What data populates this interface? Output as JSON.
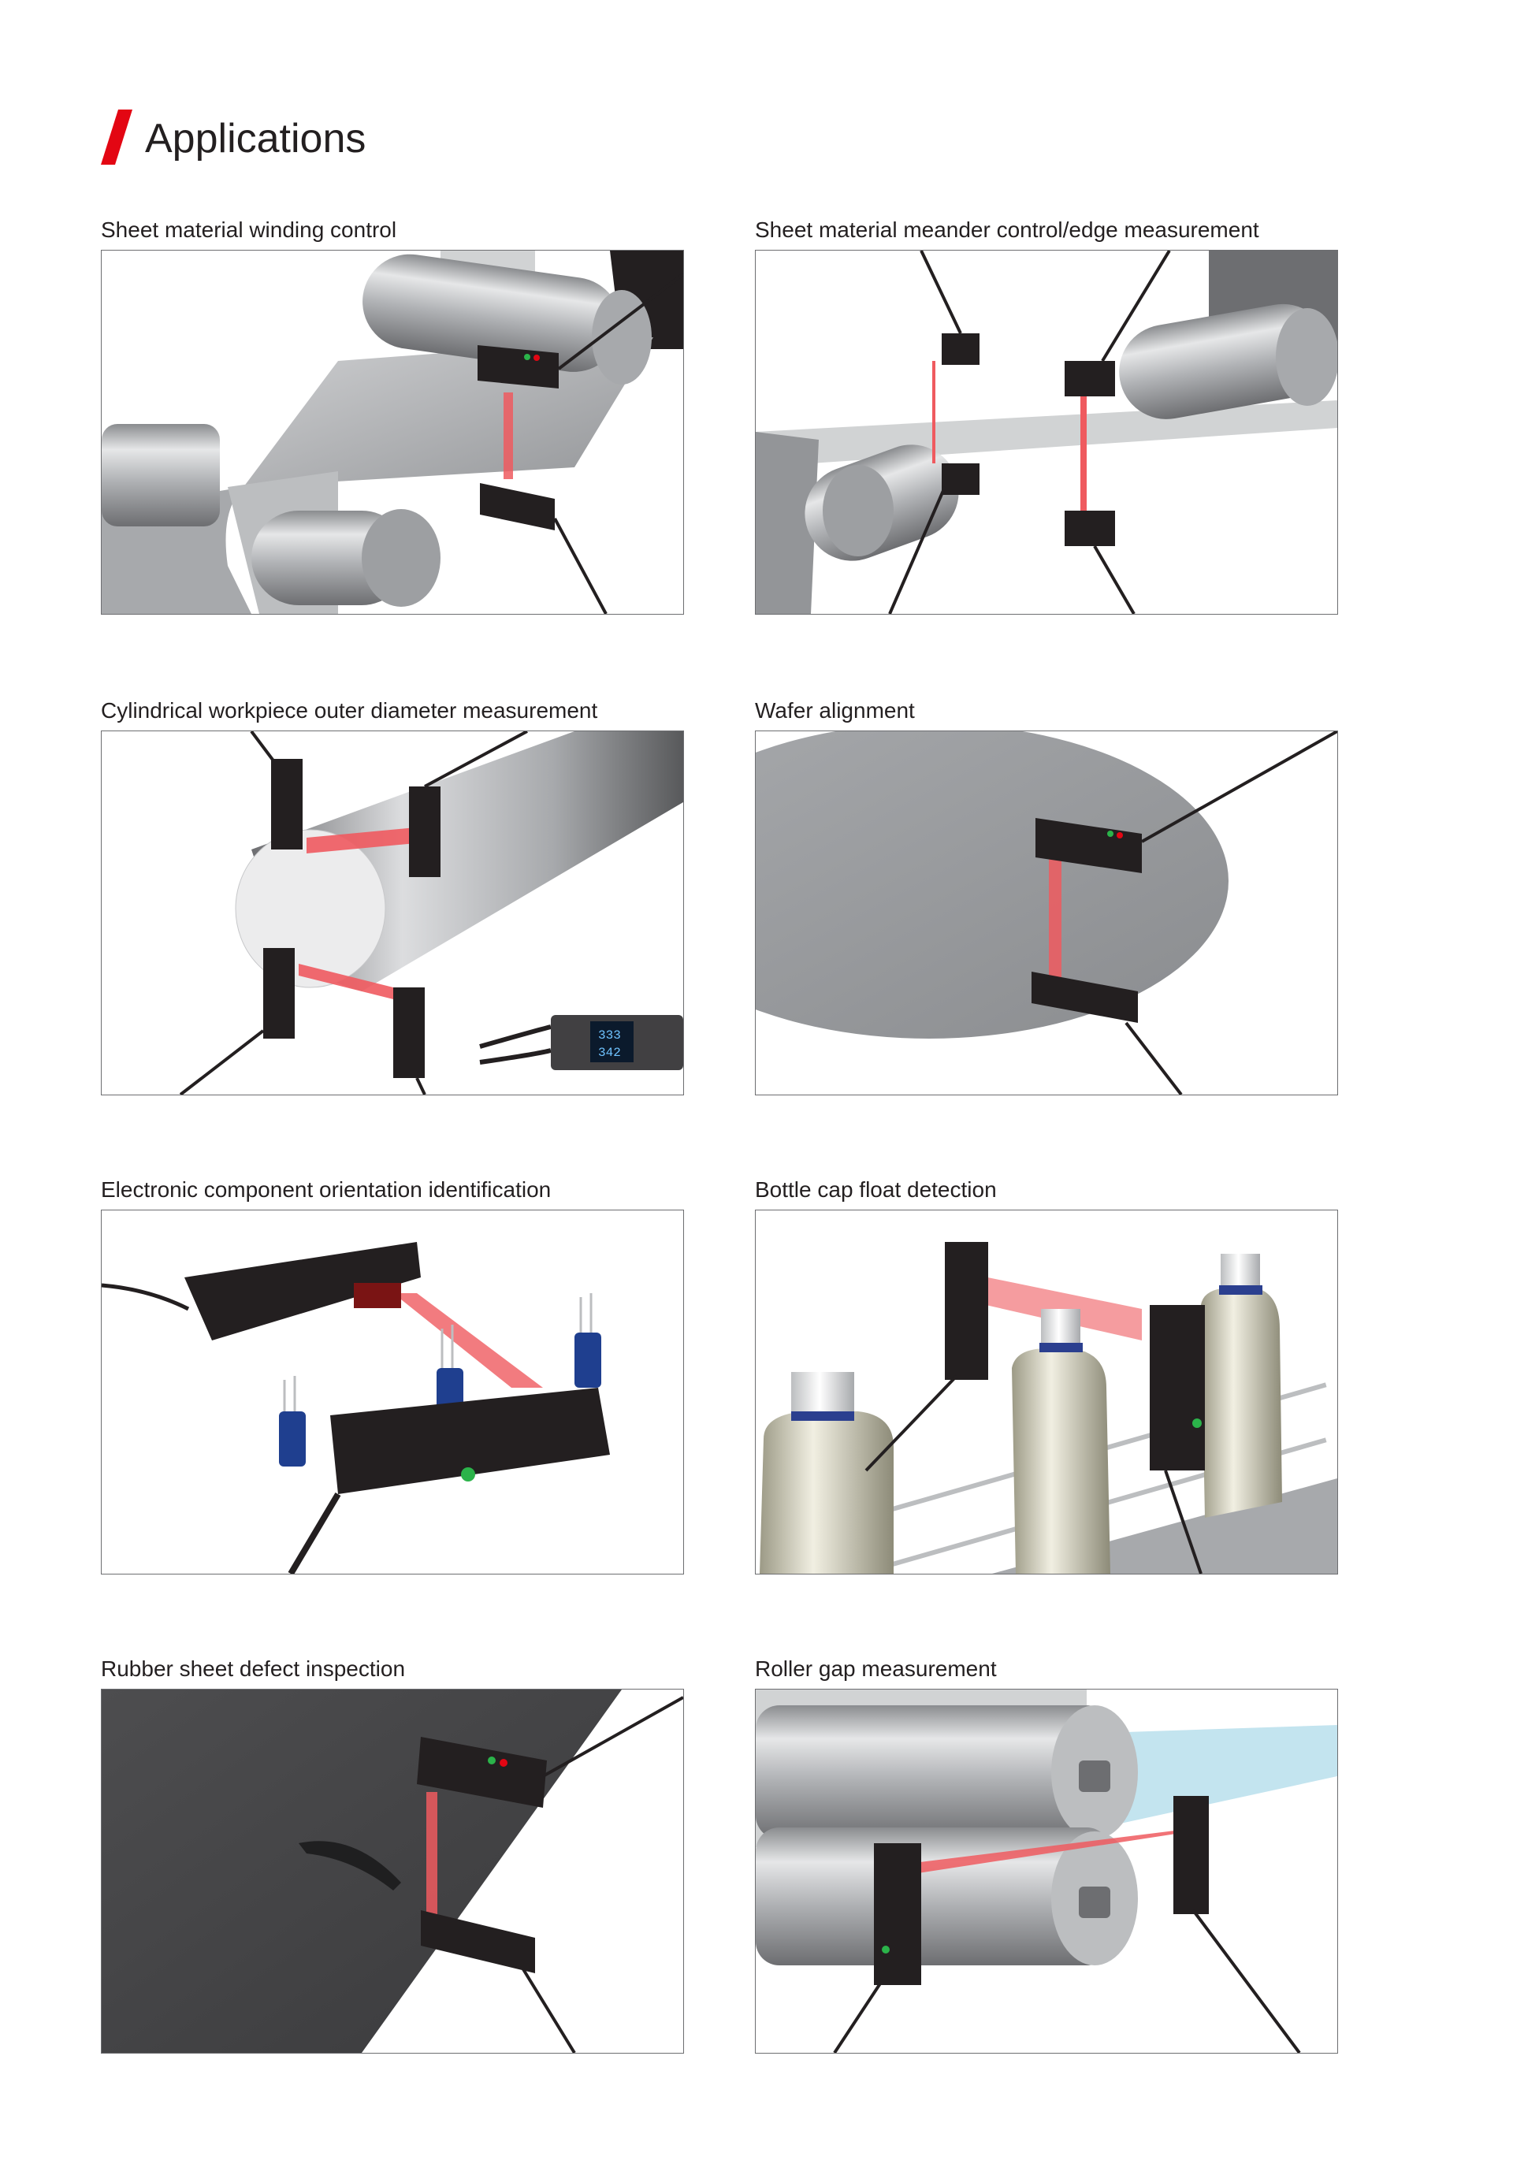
{
  "page": {
    "title": "Applications",
    "accent_color": "#e30613"
  },
  "applications": [
    {
      "caption": "Sheet material winding control",
      "illustration": "sheet-winding-illustration"
    },
    {
      "caption": "Sheet material meander control/edge measurement",
      "illustration": "meander-control-illustration"
    },
    {
      "caption": "Cylindrical workpiece outer diameter measurement",
      "illustration": "cylinder-diameter-illustration"
    },
    {
      "caption": "Wafer alignment",
      "illustration": "wafer-alignment-illustration"
    },
    {
      "caption": "Electronic component orientation identification",
      "illustration": "component-orientation-illustration"
    },
    {
      "caption": "Bottle cap float detection",
      "illustration": "bottle-cap-illustration"
    },
    {
      "caption": "Rubber sheet defect inspection",
      "illustration": "rubber-sheet-illustration"
    },
    {
      "caption": "Roller gap measurement",
      "illustration": "roller-gap-illustration"
    }
  ],
  "controller_display": {
    "line1": "333",
    "line2": "342"
  }
}
